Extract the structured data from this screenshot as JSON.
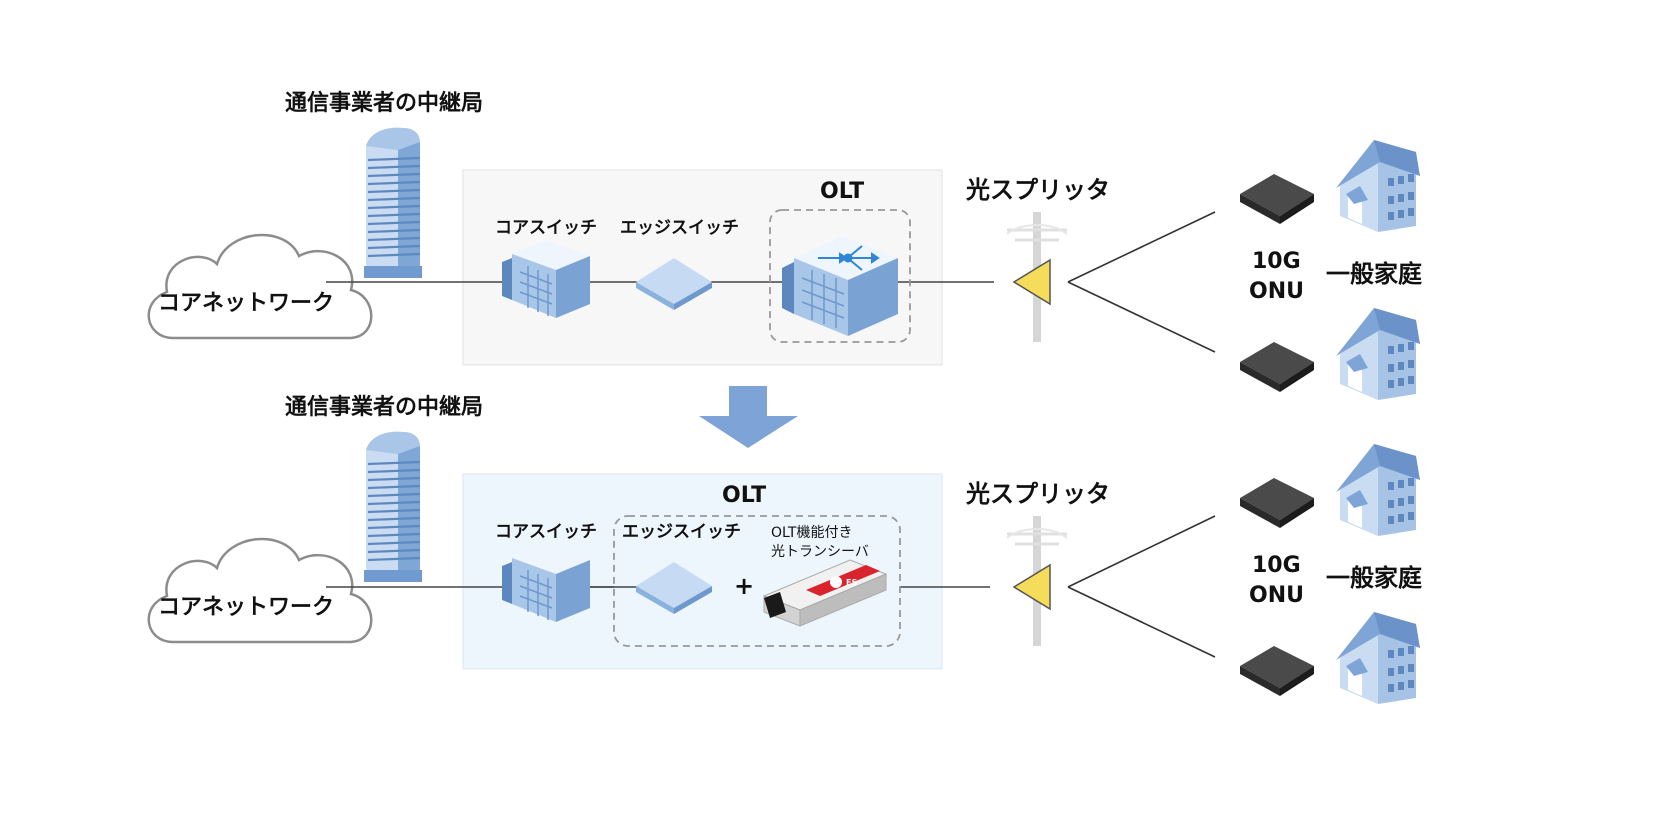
{
  "top": {
    "station_label": "通信事業者の中継局",
    "cloud_label": "コアネットワーク",
    "core_switch_label": "コアスイッチ",
    "edge_switch_label": "エッジスイッチ",
    "olt_label": "OLT",
    "splitter_label": "光スプリッタ",
    "onu_label_line1": "10G",
    "onu_label_line2": "ONU",
    "home_label": "一般家庭"
  },
  "bottom": {
    "station_label": "通信事業者の中継局",
    "cloud_label": "コアネットワーク",
    "core_switch_label": "コアスイッチ",
    "edge_switch_label": "エッジスイッチ",
    "olt_label": "OLT",
    "plus_label": "+",
    "transceiver_label_line1": "OLT機能付き",
    "transceiver_label_line2": "光トランシーバ",
    "transceiver_brand": "FS",
    "splitter_label": "光スプリッタ",
    "onu_label_line1": "10G",
    "onu_label_line2": "ONU",
    "home_label": "一般家庭"
  },
  "colors": {
    "top_panel_bg": "#f7f7f7",
    "bottom_panel_bg": "#eef6fd",
    "device_blue": "#8ab2dc",
    "arrow_blue": "#7ea3d6",
    "splitter_yellow": "#f5dc5a",
    "onu_dark": "#3a3a3a"
  }
}
